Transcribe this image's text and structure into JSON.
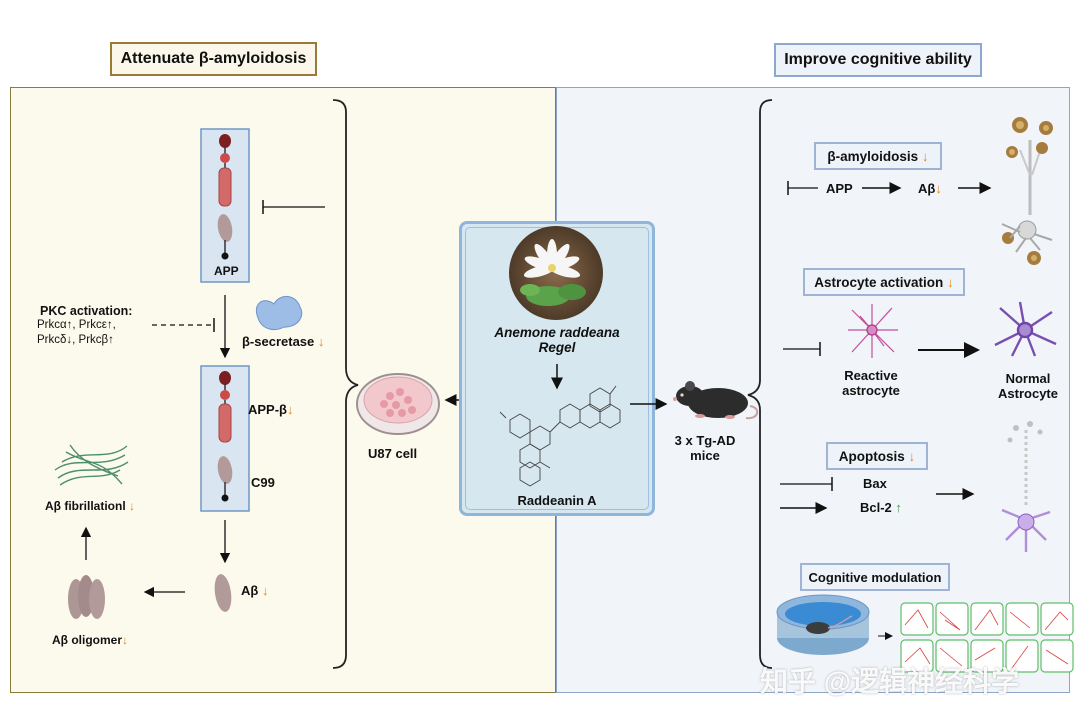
{
  "headers": {
    "left": "Attenuate β-amyloidosis",
    "right": "Improve cognitive ability"
  },
  "left_panel": {
    "app": "APP",
    "pkc_title": "PKC activation:",
    "pkc_line1": "Prkcα↑, Prkcε↑,",
    "pkc_line2": "Prkcδ↓, Prkcβ↑",
    "secretase": "β-secretase",
    "app_beta": "APP-β",
    "c99": "C99",
    "abeta": "Aβ",
    "fibrillation": "Aβ fibrillationl",
    "oligomer": "Aβ oligomer"
  },
  "center": {
    "plant_line1": "Anemone raddeana",
    "plant_line2": "Regel",
    "compound": "Raddeanin A",
    "u87": "U87 cell",
    "mice_line1": "3 x Tg-AD",
    "mice_line2": "mice"
  },
  "right_panel": {
    "amyloid_box": "β-amyloidosis",
    "app": "APP",
    "abeta": "Aβ",
    "astro_box": "Astrocyte activation",
    "reactive_line1": "Reactive",
    "reactive_line2": "astrocyte",
    "normal_line1": "Normal",
    "normal_line2": "Astrocyte",
    "apoptosis_box": "Apoptosis",
    "bax": "Bax",
    "bcl2": "Bcl-2",
    "cognitive_box": "Cognitive modulation"
  },
  "symbols": {
    "down": "↓",
    "up": "↑"
  },
  "watermark": "知乎 @逻辑神经科学",
  "colors": {
    "down_arrow": "#e6861c",
    "up_arrow": "#3aa338",
    "left_bg": "#fbfaed",
    "right_bg": "#f1f4f9"
  }
}
